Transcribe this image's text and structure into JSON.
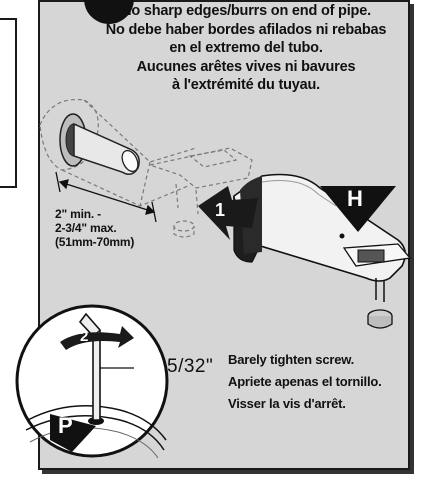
{
  "top_instructions": {
    "en": "No sharp edges/burrs on end of pipe.",
    "es_line1": "No debe haber bordes afilados ni rebabas",
    "es_line2": "en el extremo del tubo.",
    "fr_line1": "Aucunes arêtes vives ni bavures",
    "fr_line2": "à l'extrémité du tuyau."
  },
  "measurement": {
    "min": "2\" min. -",
    "max": "2-3/4\" max.",
    "metric": "(51mm-70mm)"
  },
  "callouts": {
    "step1": "1",
    "step2": "2",
    "part_h": "H",
    "part_p": "P"
  },
  "hex_key_size": "5/32\"",
  "screw_instructions": {
    "en": "Barely tighten screw.",
    "es": "Apriete apenas el tornillo.",
    "fr": "Visser la vis d'arrêt."
  },
  "colors": {
    "panel": "#d6d6d6",
    "ink": "#111111"
  }
}
